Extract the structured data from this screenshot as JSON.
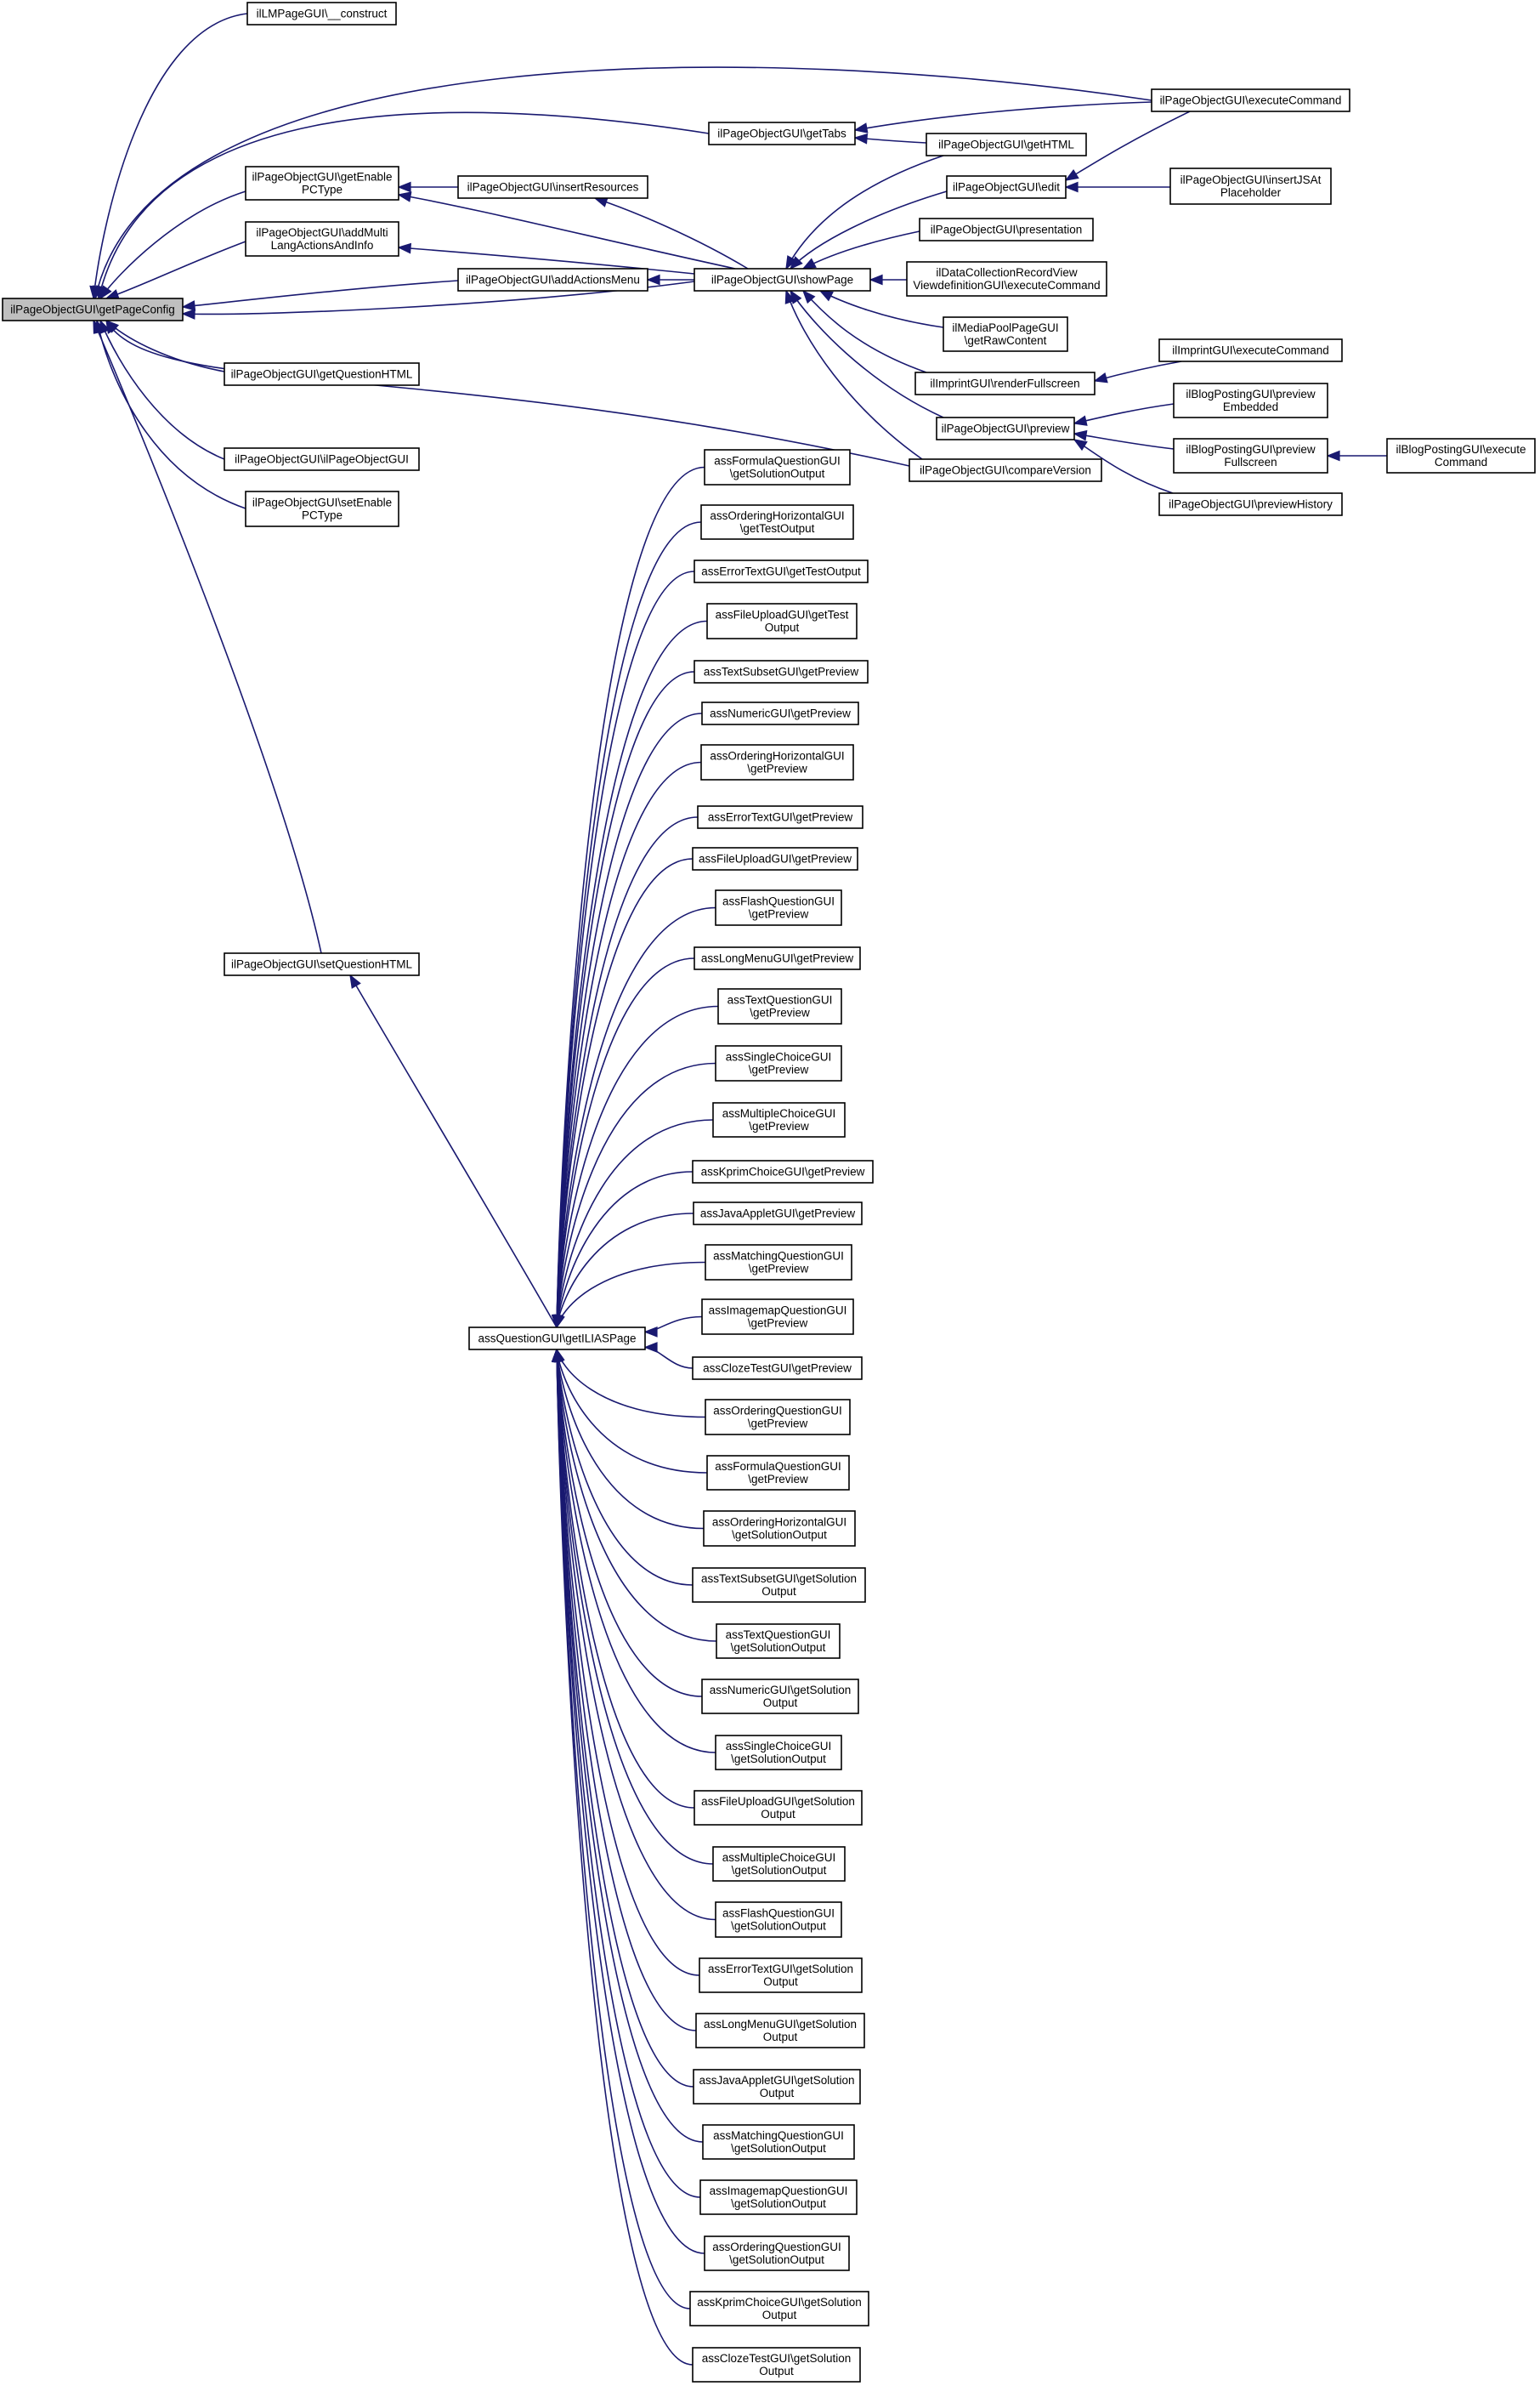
{
  "graph": {
    "edge_color": "#191970",
    "root_fill": "#bfbfbf",
    "nodes": [
      {
        "id": "root",
        "lines": [
          "ilPageObjectGUI\\getPageConfig"
        ],
        "root": true
      },
      {
        "id": "lmconstruct",
        "lines": [
          "ilLMPageGUI\\__construct"
        ]
      },
      {
        "id": "getEnablePCType",
        "lines": [
          "ilPageObjectGUI\\getEnable",
          "PCType"
        ]
      },
      {
        "id": "addMulti",
        "lines": [
          "ilPageObjectGUI\\addMulti",
          "LangActionsAndInfo"
        ]
      },
      {
        "id": "getQuestionHTML",
        "lines": [
          "ilPageObjectGUI\\getQuestionHTML"
        ]
      },
      {
        "id": "ilPageObjectGUI",
        "lines": [
          "ilPageObjectGUI\\ilPageObjectGUI"
        ]
      },
      {
        "id": "setEnablePCType",
        "lines": [
          "ilPageObjectGUI\\setEnable",
          "PCType"
        ]
      },
      {
        "id": "setQuestionHTML",
        "lines": [
          "ilPageObjectGUI\\setQuestionHTML"
        ]
      },
      {
        "id": "getTabs",
        "lines": [
          "ilPageObjectGUI\\getTabs"
        ]
      },
      {
        "id": "insertResources",
        "lines": [
          "ilPageObjectGUI\\insertResources"
        ]
      },
      {
        "id": "addActionsMenu",
        "lines": [
          "ilPageObjectGUI\\addActionsMenu"
        ]
      },
      {
        "id": "showPage",
        "lines": [
          "ilPageObjectGUI\\showPage"
        ]
      },
      {
        "id": "getILIASPage",
        "lines": [
          "assQuestionGUI\\getILIASPage"
        ]
      },
      {
        "id": "executeCommand",
        "lines": [
          "ilPageObjectGUI\\executeCommand"
        ]
      },
      {
        "id": "getHTML",
        "lines": [
          "ilPageObjectGUI\\getHTML"
        ]
      },
      {
        "id": "edit",
        "lines": [
          "ilPageObjectGUI\\edit"
        ]
      },
      {
        "id": "presentation",
        "lines": [
          "ilPageObjectGUI\\presentation"
        ]
      },
      {
        "id": "dcl",
        "lines": [
          "ilDataCollectionRecordView",
          "ViewdefinitionGUI\\executeCommand"
        ]
      },
      {
        "id": "mediapool",
        "lines": [
          "ilMediaPoolPageGUI",
          "\\getRawContent"
        ]
      },
      {
        "id": "renderFullscreen",
        "lines": [
          "ilImprintGUI\\renderFullscreen"
        ]
      },
      {
        "id": "preview",
        "lines": [
          "ilPageObjectGUI\\preview"
        ]
      },
      {
        "id": "compareVersion",
        "lines": [
          "ilPageObjectGUI\\compareVersion"
        ]
      },
      {
        "id": "insertJSAt",
        "lines": [
          "ilPageObjectGUI\\insertJSAt",
          "Placeholder"
        ]
      },
      {
        "id": "imprintExec",
        "lines": [
          "ilImprintGUI\\executeCommand"
        ]
      },
      {
        "id": "blogEmbedded",
        "lines": [
          "ilBlogPostingGUI\\preview",
          "Embedded"
        ]
      },
      {
        "id": "blogFullscreen",
        "lines": [
          "ilBlogPostingGUI\\preview",
          "Fullscreen"
        ]
      },
      {
        "id": "blogExec",
        "lines": [
          "ilBlogPostingGUI\\execute",
          "Command"
        ]
      },
      {
        "id": "previewHistory",
        "lines": [
          "ilPageObjectGUI\\previewHistory"
        ]
      },
      {
        "id": "q1",
        "lines": [
          "assFormulaQuestionGUI",
          "\\getSolutionOutput"
        ]
      },
      {
        "id": "q2",
        "lines": [
          "assOrderingHorizontalGUI",
          "\\getTestOutput"
        ]
      },
      {
        "id": "q3",
        "lines": [
          "assErrorTextGUI\\getTestOutput"
        ]
      },
      {
        "id": "q4",
        "lines": [
          "assFileUploadGUI\\getTest",
          "Output"
        ]
      },
      {
        "id": "q5",
        "lines": [
          "assTextSubsetGUI\\getPreview"
        ]
      },
      {
        "id": "q6",
        "lines": [
          "assNumericGUI\\getPreview"
        ]
      },
      {
        "id": "q7",
        "lines": [
          "assOrderingHorizontalGUI",
          "\\getPreview"
        ]
      },
      {
        "id": "q8",
        "lines": [
          "assErrorTextGUI\\getPreview"
        ]
      },
      {
        "id": "q9",
        "lines": [
          "assFileUploadGUI\\getPreview"
        ]
      },
      {
        "id": "q10",
        "lines": [
          "assFlashQuestionGUI",
          "\\getPreview"
        ]
      },
      {
        "id": "q11",
        "lines": [
          "assLongMenuGUI\\getPreview"
        ]
      },
      {
        "id": "q12",
        "lines": [
          "assTextQuestionGUI",
          "\\getPreview"
        ]
      },
      {
        "id": "q13",
        "lines": [
          "assSingleChoiceGUI",
          "\\getPreview"
        ]
      },
      {
        "id": "q14",
        "lines": [
          "assMultipleChoiceGUI",
          "\\getPreview"
        ]
      },
      {
        "id": "q15",
        "lines": [
          "assKprimChoiceGUI\\getPreview"
        ]
      },
      {
        "id": "q16",
        "lines": [
          "assJavaAppletGUI\\getPreview"
        ]
      },
      {
        "id": "q17",
        "lines": [
          "assMatchingQuestionGUI",
          "\\getPreview"
        ]
      },
      {
        "id": "q18",
        "lines": [
          "assImagemapQuestionGUI",
          "\\getPreview"
        ]
      },
      {
        "id": "q19",
        "lines": [
          "assClozeTestGUI\\getPreview"
        ]
      },
      {
        "id": "q20",
        "lines": [
          "assOrderingQuestionGUI",
          "\\getPreview"
        ]
      },
      {
        "id": "q21",
        "lines": [
          "assFormulaQuestionGUI",
          "\\getPreview"
        ]
      },
      {
        "id": "q22",
        "lines": [
          "assOrderingHorizontalGUI",
          "\\getSolutionOutput"
        ]
      },
      {
        "id": "q23",
        "lines": [
          "assTextSubsetGUI\\getSolution",
          "Output"
        ]
      },
      {
        "id": "q24",
        "lines": [
          "assTextQuestionGUI",
          "\\getSolutionOutput"
        ]
      },
      {
        "id": "q25",
        "lines": [
          "assNumericGUI\\getSolution",
          "Output"
        ]
      },
      {
        "id": "q26",
        "lines": [
          "assSingleChoiceGUI",
          "\\getSolutionOutput"
        ]
      },
      {
        "id": "q27",
        "lines": [
          "assFileUploadGUI\\getSolution",
          "Output"
        ]
      },
      {
        "id": "q28",
        "lines": [
          "assMultipleChoiceGUI",
          "\\getSolutionOutput"
        ]
      },
      {
        "id": "q29",
        "lines": [
          "assFlashQuestionGUI",
          "\\getSolutionOutput"
        ]
      },
      {
        "id": "q30",
        "lines": [
          "assErrorTextGUI\\getSolution",
          "Output"
        ]
      },
      {
        "id": "q31",
        "lines": [
          "assLongMenuGUI\\getSolution",
          "Output"
        ]
      },
      {
        "id": "q32",
        "lines": [
          "assJavaAppletGUI\\getSolution",
          "Output"
        ]
      },
      {
        "id": "q33",
        "lines": [
          "assMatchingQuestionGUI",
          "\\getSolutionOutput"
        ]
      },
      {
        "id": "q34",
        "lines": [
          "assImagemapQuestionGUI",
          "\\getSolutionOutput"
        ]
      },
      {
        "id": "q35",
        "lines": [
          "assOrderingQuestionGUI",
          "\\getSolutionOutput"
        ]
      },
      {
        "id": "q36",
        "lines": [
          "assKprimChoiceGUI\\getSolution",
          "Output"
        ]
      },
      {
        "id": "q37",
        "lines": [
          "assClozeTestGUI\\getSolution",
          "Output"
        ]
      }
    ],
    "edges": [
      [
        "lmconstruct",
        "root"
      ],
      [
        "executeCommand",
        "root"
      ],
      [
        "getTabs",
        "root"
      ],
      [
        "getEnablePCType",
        "root"
      ],
      [
        "addMulti",
        "root"
      ],
      [
        "addActionsMenu",
        "root"
      ],
      [
        "showPage",
        "root"
      ],
      [
        "getQuestionHTML",
        "root"
      ],
      [
        "compareVersion",
        "root"
      ],
      [
        "ilPageObjectGUI",
        "root"
      ],
      [
        "setEnablePCType",
        "root"
      ],
      [
        "setQuestionHTML",
        "root"
      ],
      [
        "executeCommand",
        "getTabs"
      ],
      [
        "getHTML",
        "getTabs"
      ],
      [
        "insertResources",
        "getEnablePCType"
      ],
      [
        "showPage",
        "getEnablePCType"
      ],
      [
        "showPage",
        "addMulti"
      ],
      [
        "showPage",
        "insertResources"
      ],
      [
        "showPage",
        "addActionsMenu"
      ],
      [
        "getHTML",
        "showPage"
      ],
      [
        "edit",
        "showPage"
      ],
      [
        "presentation",
        "showPage"
      ],
      [
        "dcl",
        "showPage"
      ],
      [
        "mediapool",
        "showPage"
      ],
      [
        "renderFullscreen",
        "showPage"
      ],
      [
        "preview",
        "showPage"
      ],
      [
        "compareVersion",
        "showPage"
      ],
      [
        "executeCommand",
        "edit"
      ],
      [
        "insertJSAt",
        "edit"
      ],
      [
        "imprintExec",
        "renderFullscreen"
      ],
      [
        "blogEmbedded",
        "preview"
      ],
      [
        "blogFullscreen",
        "preview"
      ],
      [
        "previewHistory",
        "preview"
      ],
      [
        "blogExec",
        "blogFullscreen"
      ],
      [
        "getILIASPage",
        "setQuestionHTML"
      ],
      [
        "q1",
        "getILIASPage"
      ],
      [
        "q2",
        "getILIASPage"
      ],
      [
        "q3",
        "getILIASPage"
      ],
      [
        "q4",
        "getILIASPage"
      ],
      [
        "q5",
        "getILIASPage"
      ],
      [
        "q6",
        "getILIASPage"
      ],
      [
        "q7",
        "getILIASPage"
      ],
      [
        "q8",
        "getILIASPage"
      ],
      [
        "q9",
        "getILIASPage"
      ],
      [
        "q10",
        "getILIASPage"
      ],
      [
        "q11",
        "getILIASPage"
      ],
      [
        "q12",
        "getILIASPage"
      ],
      [
        "q13",
        "getILIASPage"
      ],
      [
        "q14",
        "getILIASPage"
      ],
      [
        "q15",
        "getILIASPage"
      ],
      [
        "q16",
        "getILIASPage"
      ],
      [
        "q17",
        "getILIASPage"
      ],
      [
        "q18",
        "getILIASPage"
      ],
      [
        "q19",
        "getILIASPage"
      ],
      [
        "q20",
        "getILIASPage"
      ],
      [
        "q21",
        "getILIASPage"
      ],
      [
        "q22",
        "getILIASPage"
      ],
      [
        "q23",
        "getILIASPage"
      ],
      [
        "q24",
        "getILIASPage"
      ],
      [
        "q25",
        "getILIASPage"
      ],
      [
        "q26",
        "getILIASPage"
      ],
      [
        "q27",
        "getILIASPage"
      ],
      [
        "q28",
        "getILIASPage"
      ],
      [
        "q29",
        "getILIASPage"
      ],
      [
        "q30",
        "getILIASPage"
      ],
      [
        "q31",
        "getILIASPage"
      ],
      [
        "q32",
        "getILIASPage"
      ],
      [
        "q33",
        "getILIASPage"
      ],
      [
        "q34",
        "getILIASPage"
      ],
      [
        "q35",
        "getILIASPage"
      ],
      [
        "q36",
        "getILIASPage"
      ],
      [
        "q37",
        "getILIASPage"
      ]
    ]
  }
}
